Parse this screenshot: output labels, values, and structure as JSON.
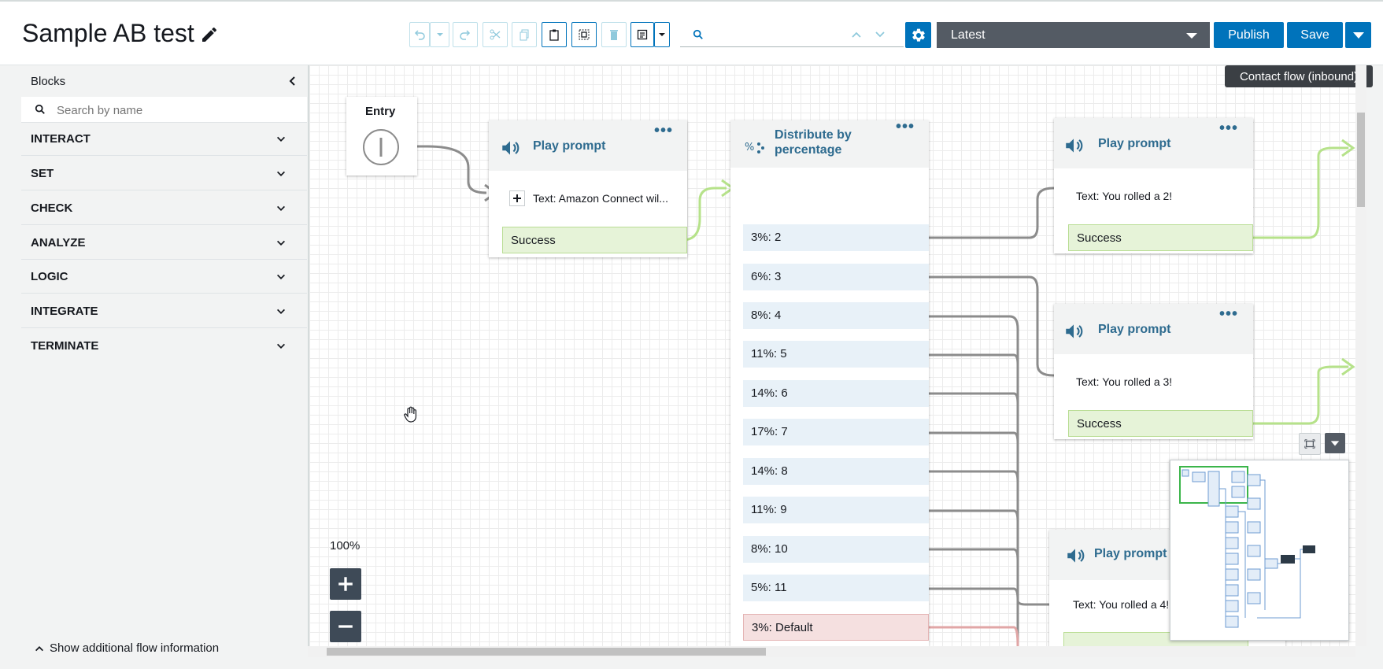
{
  "header": {
    "title": "Sample AB test",
    "search_placeholder": "",
    "version_label": "Latest",
    "publish_label": "Publish",
    "save_label": "Save"
  },
  "sidebar": {
    "title": "Blocks",
    "search_placeholder": "Search by name",
    "categories": [
      "INTERACT",
      "SET",
      "CHECK",
      "ANALYZE",
      "LOGIC",
      "INTEGRATE",
      "TERMINATE"
    ],
    "footer_label": "Show additional flow information"
  },
  "canvas": {
    "tooltip": "Contact flow (inbound)",
    "zoom_level": "100%",
    "entry_label": "Entry",
    "blocks": {
      "play1": {
        "title": "Play prompt",
        "text": "Text: Amazon Connect wil...",
        "success": "Success"
      },
      "distribute": {
        "title_line1": "Distribute by",
        "title_line2": "percentage"
      },
      "play2": {
        "title": "Play prompt",
        "text": "Text: You rolled a 2!",
        "success": "Success"
      },
      "play3": {
        "title": "Play prompt",
        "text": "Text: You rolled a 3!",
        "success": "Success"
      },
      "play4": {
        "title": "Play prompt",
        "text": "Text: You rolled a 4!"
      }
    },
    "branches": [
      "3%: 2",
      "6%: 3",
      "8%: 4",
      "11%: 5",
      "14%: 6",
      "17%: 7",
      "14%: 8",
      "11%: 9",
      "8%: 10",
      "5%: 11",
      "3%: Default"
    ]
  },
  "colors": {
    "accent": "#0073bb",
    "dark": "#545b64",
    "block_title": "#2e6b8f",
    "success_green": "#b9dd94",
    "connector_gray": "#8c8c8c"
  }
}
